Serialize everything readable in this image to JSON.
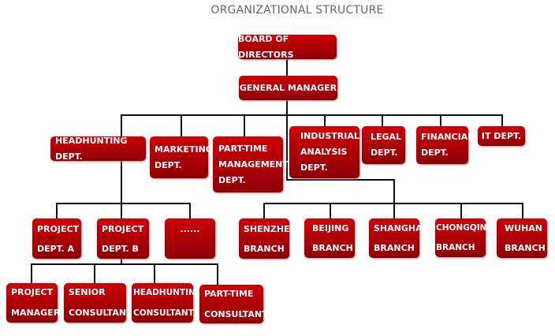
{
  "title": "ORGANIZATIONAL STRUCTURE",
  "board": "BOARD OF DIRECTORS",
  "gm": "GENERAL MANAGER",
  "depts": {
    "headhunting": [
      "HEADHUNTING DEPT."
    ],
    "marketing": [
      "MARKETING",
      "DEPT."
    ],
    "parttime": [
      "PART-TIME",
      "MANAGEMENT",
      "DEPT."
    ],
    "industrial": [
      "INDUSTRIAL",
      "ANALYSIS",
      "DEPT."
    ],
    "legal": [
      "LEGAL",
      "DEPT."
    ],
    "financial": [
      "FINANCIAL",
      "DEPT."
    ],
    "it": [
      "IT DEPT."
    ]
  },
  "projects": {
    "a": [
      "PROJECT",
      "DEPT. A"
    ],
    "b": [
      "PROJECT",
      "DEPT. B"
    ],
    "more": [
      "......"
    ]
  },
  "branches": {
    "shenzhen": [
      "SHENZHEN",
      "BRANCH"
    ],
    "beijing": [
      "BEIJING",
      "BRANCH"
    ],
    "shanghai": [
      "SHANGHAI",
      "BRANCH"
    ],
    "chongqing": [
      "CHONGQING",
      "BRANCH"
    ],
    "wuhan": [
      "WUHAN",
      "BRANCH"
    ]
  },
  "roles": {
    "pm": [
      "PROJECT",
      "MANAGER"
    ],
    "senior": [
      "SENIOR",
      "CONSULTANT"
    ],
    "hh": [
      "HEADHUNTING",
      "CONSULTANT"
    ],
    "pt": [
      "PART-TIME",
      "CONSULTANT"
    ]
  }
}
